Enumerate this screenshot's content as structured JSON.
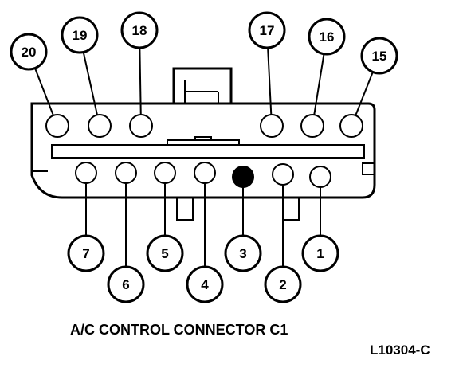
{
  "caption": "A/C CONTROL CONNECTOR C1",
  "reference": "L10304-C",
  "colors": {
    "ink": "#000000",
    "paper": "#ffffff",
    "filled_pin": "#000000"
  },
  "top_row_pins": [
    {
      "number": "20",
      "filled": false
    },
    {
      "number": "19",
      "filled": false
    },
    {
      "number": "18",
      "filled": false
    },
    {
      "number": "17",
      "filled": false
    },
    {
      "number": "16",
      "filled": false
    },
    {
      "number": "15",
      "filled": false
    }
  ],
  "bottom_row_pins": [
    {
      "number": "7",
      "filled": false
    },
    {
      "number": "6",
      "filled": false
    },
    {
      "number": "5",
      "filled": false
    },
    {
      "number": "4",
      "filled": false
    },
    {
      "number": "3",
      "filled": true
    },
    {
      "number": "2",
      "filled": false
    },
    {
      "number": "1",
      "filled": false
    }
  ]
}
